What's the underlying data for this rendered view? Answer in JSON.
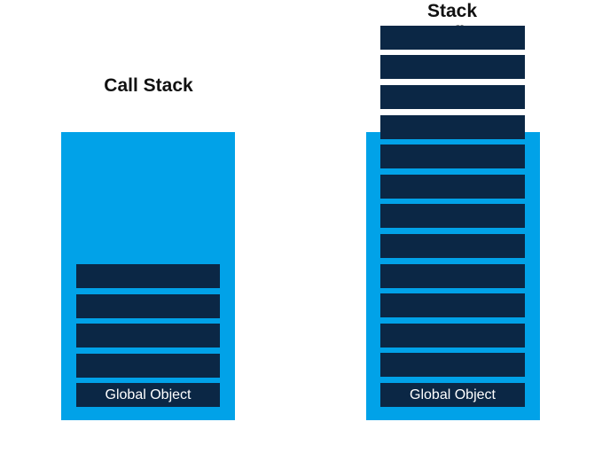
{
  "left": {
    "title": "Call Stack",
    "frames": [
      "",
      "",
      "",
      ""
    ],
    "base_label": "Global Object"
  },
  "right": {
    "title_line1": "Stack",
    "title_line2": "overflow",
    "frames": [
      "",
      "",
      "",
      "",
      "",
      "",
      "",
      "",
      "",
      "",
      "",
      ""
    ],
    "base_label": "Global Object"
  },
  "colors": {
    "stack_fill": "#01a2e8",
    "frame_fill": "#0b2745",
    "frame_text": "#ffffff",
    "title_text": "#111111"
  }
}
